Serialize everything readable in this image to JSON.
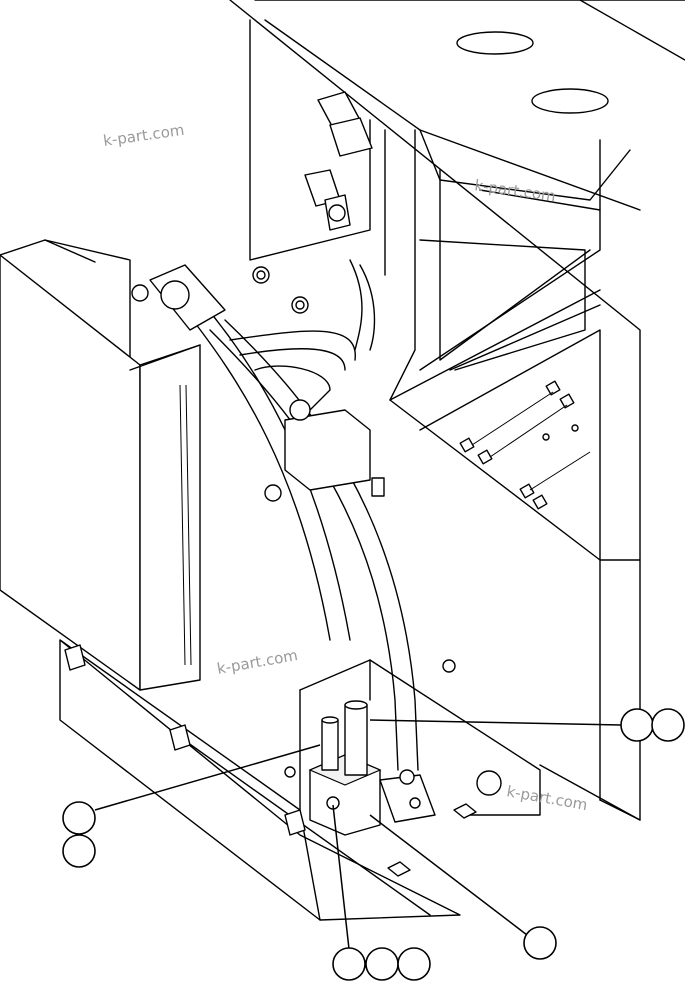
{
  "watermarks": [
    "k-part.com",
    "k-part.com",
    "k-part.com",
    "k-part.com"
  ],
  "callouts": [
    {
      "id": "callout-right-a",
      "label": ""
    },
    {
      "id": "callout-right-b",
      "label": ""
    },
    {
      "id": "callout-left-a",
      "label": ""
    },
    {
      "id": "callout-left-b",
      "label": ""
    },
    {
      "id": "callout-bottom-right",
      "label": ""
    },
    {
      "id": "callout-bottom-a",
      "label": ""
    },
    {
      "id": "callout-bottom-b",
      "label": ""
    },
    {
      "id": "callout-bottom-c",
      "label": ""
    }
  ]
}
